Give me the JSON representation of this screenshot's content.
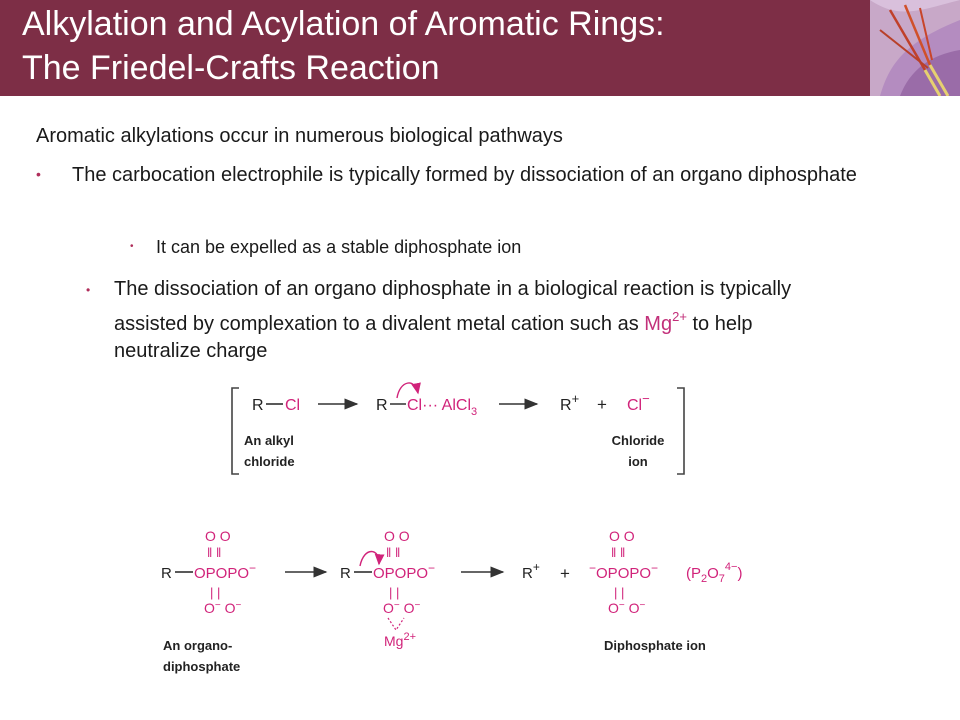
{
  "title": {
    "line1": "Alkylation and Acylation of Aromatic Rings:",
    "line2": "The Friedel-Crafts Reaction"
  },
  "content": {
    "intro": "Aromatic alkylations occur in numerous biological pathways",
    "bullet1": "The carbocation electrophile is typically formed by dissociation of an organo diphosphate",
    "sub_bullet": "It can be expelled as a stable diphosphate ion",
    "bullet2_text": "The dissociation of an organo diphosphate in a biological reaction is typically assisted by complexation to a divalent metal cation such as",
    "bullet2_mg": "Mg",
    "bullet2_mg_charge": "2+",
    "bullet2_tail": "to help neutralize charge"
  },
  "reaction1": {
    "r": "R",
    "cl": "Cl",
    "complex_r": "R",
    "complex": "Cl··· AlCl",
    "complex_sub": "3",
    "cation": "R",
    "cation_charge": "+",
    "plus": "+",
    "anion": "Cl",
    "anion_charge": "−",
    "label_left_1": "An alkyl",
    "label_left_2": "chloride",
    "label_right_1": "Chloride",
    "label_right_2": "ion"
  },
  "reaction2": {
    "o_pair": "O   O",
    "r_group": "R",
    "chain": "OPOPO",
    "chain_charge": "−",
    "o_minus_pair": "O  O",
    "cation": "R",
    "cation_charge": "+",
    "plus": "+",
    "diphosphate_chain": "OPOPO",
    "formula": "(P",
    "formula_sub1": "2",
    "formula_mid": "O",
    "formula_sub2": "7",
    "formula_charge": "4−",
    "formula_end": ")",
    "mg": "Mg",
    "mg_charge": "2+",
    "label_left_1": "An organo-",
    "label_left_2": "diphosphate",
    "label_right": "Diphosphate ion"
  },
  "colors": {
    "title_bar": "#7d2e46",
    "accent_pink": "#d1237a",
    "bullet": "#b02e5b"
  },
  "icons": [
    "flower-decoration"
  ]
}
